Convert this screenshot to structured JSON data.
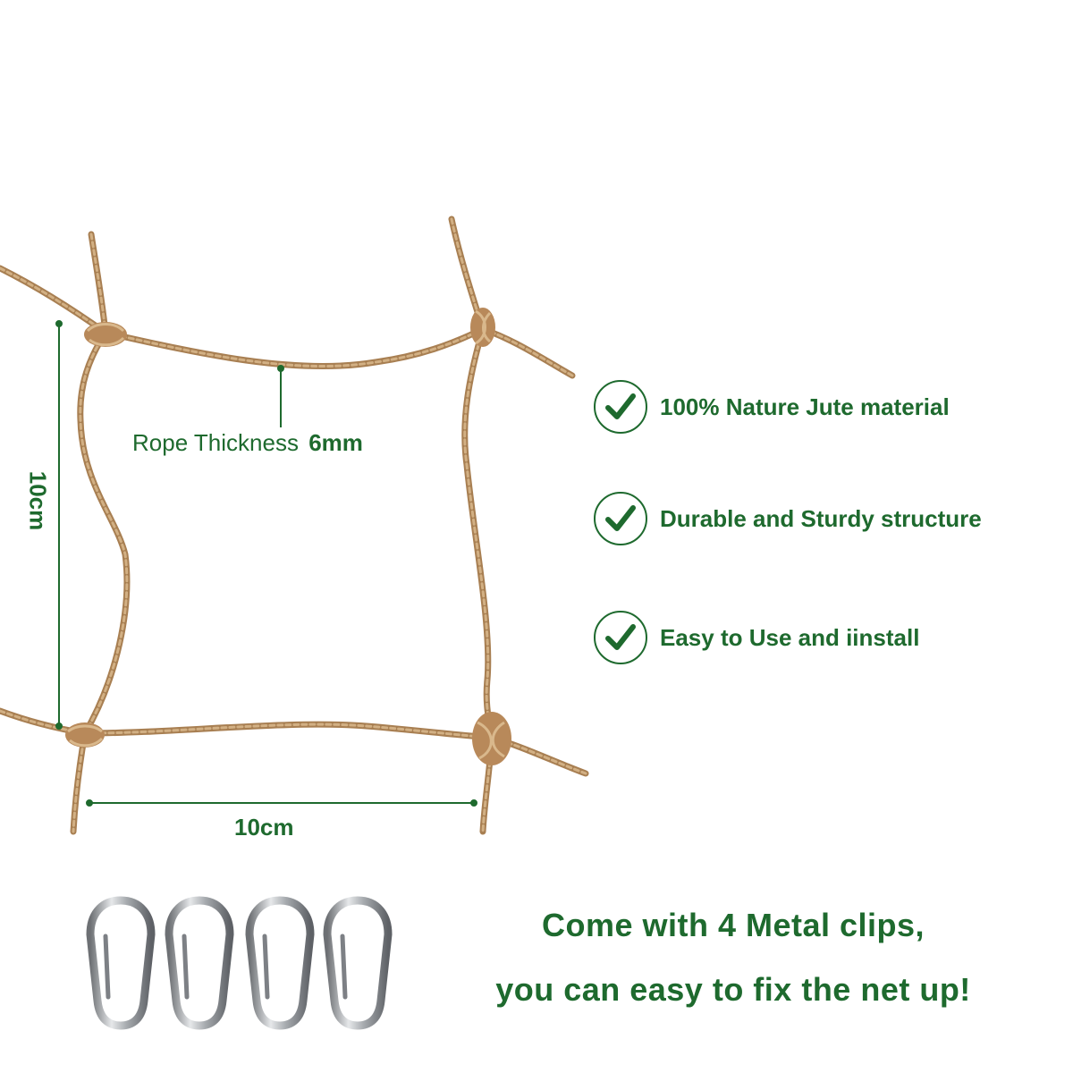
{
  "net": {
    "rope_label": "Rope Thickness",
    "rope_value": "6mm",
    "dimension_width": "10cm",
    "dimension_height": "10cm"
  },
  "features": [
    {
      "text": "100% Nature Jute material",
      "icon": "check-circle-icon"
    },
    {
      "text": "Durable and Sturdy structure",
      "icon": "check-circle-icon"
    },
    {
      "text": "Easy to Use and iinstall",
      "icon": "check-circle-icon"
    }
  ],
  "promo": {
    "line1": "Come with 4 Metal clips,",
    "line2": "you can easy to fix the net up!"
  },
  "clips": {
    "count": 4,
    "icon": "carabiner-clip-icon"
  },
  "colors": {
    "accent_green": "#1e6a2e",
    "rope": "#c8a172",
    "rope_dark": "#a87f52",
    "metal": "#9a9ea3"
  }
}
